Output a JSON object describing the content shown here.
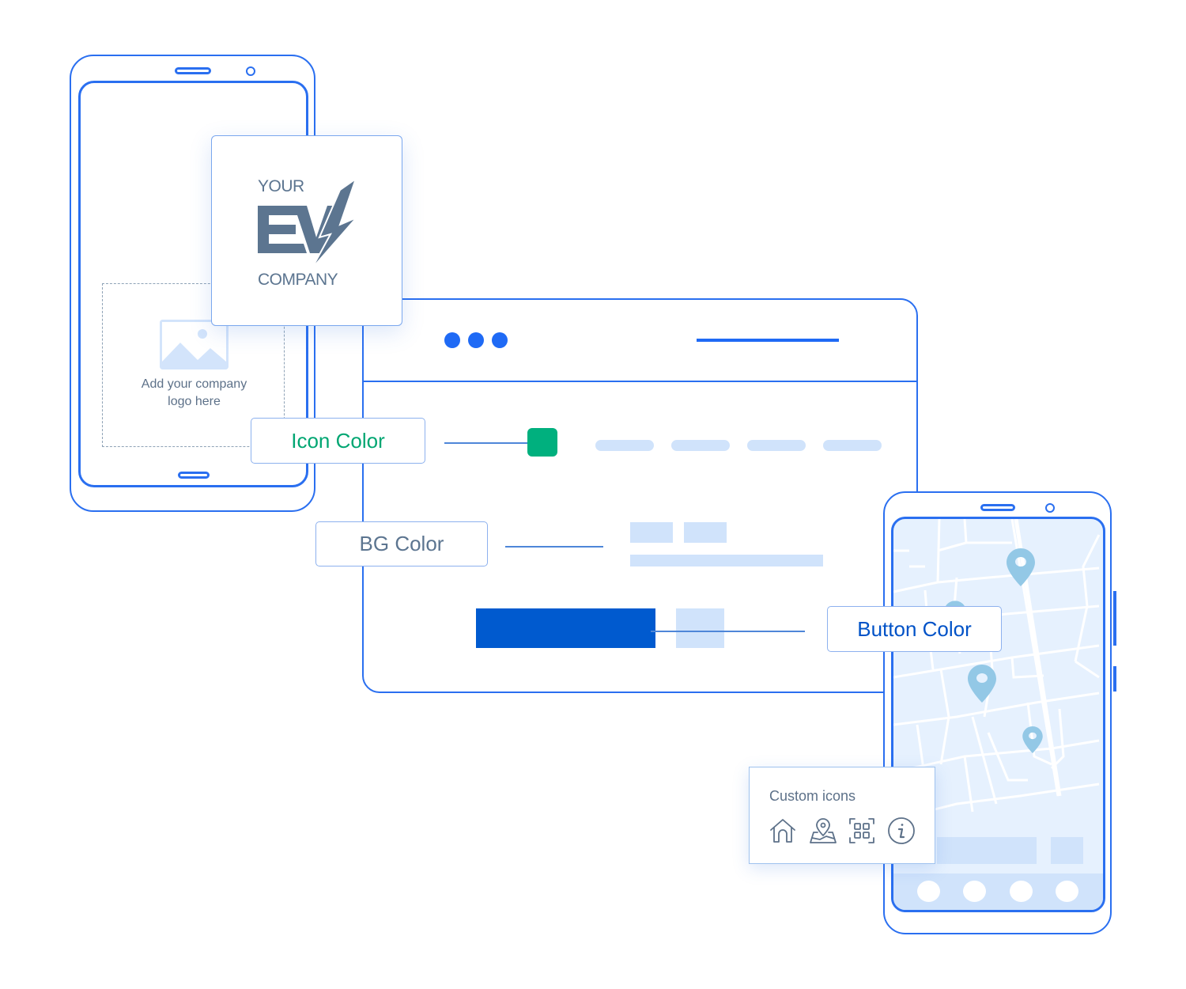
{
  "logo_upload": {
    "caption_line1": "Add your company",
    "caption_line2": "logo here",
    "placeholder_icon": "image-icon"
  },
  "logo_card": {
    "line_top": "YOUR",
    "monogram": "EV",
    "line_bottom": "COMPANY",
    "mark_icon": "lightning-bolt-icon",
    "color": "#5c7590"
  },
  "browser": {
    "window_dots": 3,
    "nav_pills": 4,
    "border_color": "#2a6ff0"
  },
  "labels": {
    "icon_color": "Icon Color",
    "bg_color": "BG Color",
    "button_color": "Button Color"
  },
  "colors": {
    "icon": "#00b07e",
    "button": "#005acf",
    "placeholder": "#d0e3fb",
    "map_bg": "#e6f1fe",
    "pin": "#93c8e6"
  },
  "custom_icons": {
    "title": "Custom icons",
    "icons": [
      "home-icon",
      "map-location-icon",
      "qr-scan-icon",
      "info-icon"
    ]
  },
  "map_phone": {
    "pins": 4,
    "nav_items": 4
  }
}
